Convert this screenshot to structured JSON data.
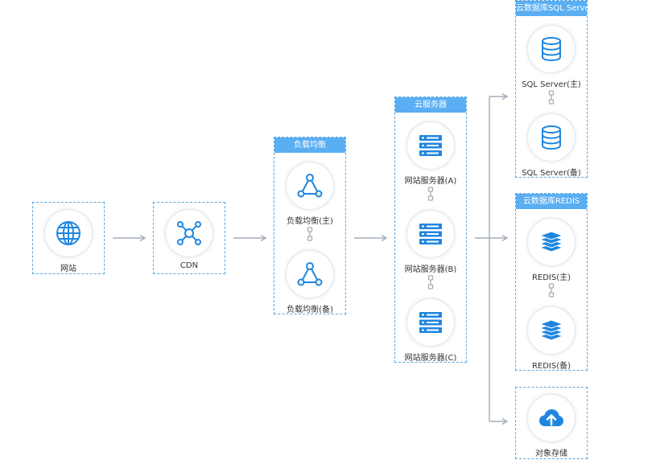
{
  "website": {
    "label": "网站"
  },
  "cdn": {
    "label": "CDN"
  },
  "lb": {
    "title": "负载均衡",
    "primary": "负载均衡(主)",
    "backup": "负载均衡(备)"
  },
  "cloud_servers": {
    "title": "云服务器",
    "a": "网站服务器(A)",
    "b": "网站服务器(B)",
    "c": "网站服务器(C)"
  },
  "sql": {
    "title": "云数据库SQL Server",
    "primary": "SQL Server(主)",
    "backup": "SQL Server(备)"
  },
  "redis": {
    "title": "云数据库REDIS",
    "primary": "REDIS(主)",
    "backup": "REDIS(备)"
  },
  "storage": {
    "label": "对象存储"
  },
  "colors": {
    "icon": "#1f86e0",
    "border": "#5ba6dc",
    "header": "#5aaef2",
    "arrow": "#a3adb8"
  }
}
